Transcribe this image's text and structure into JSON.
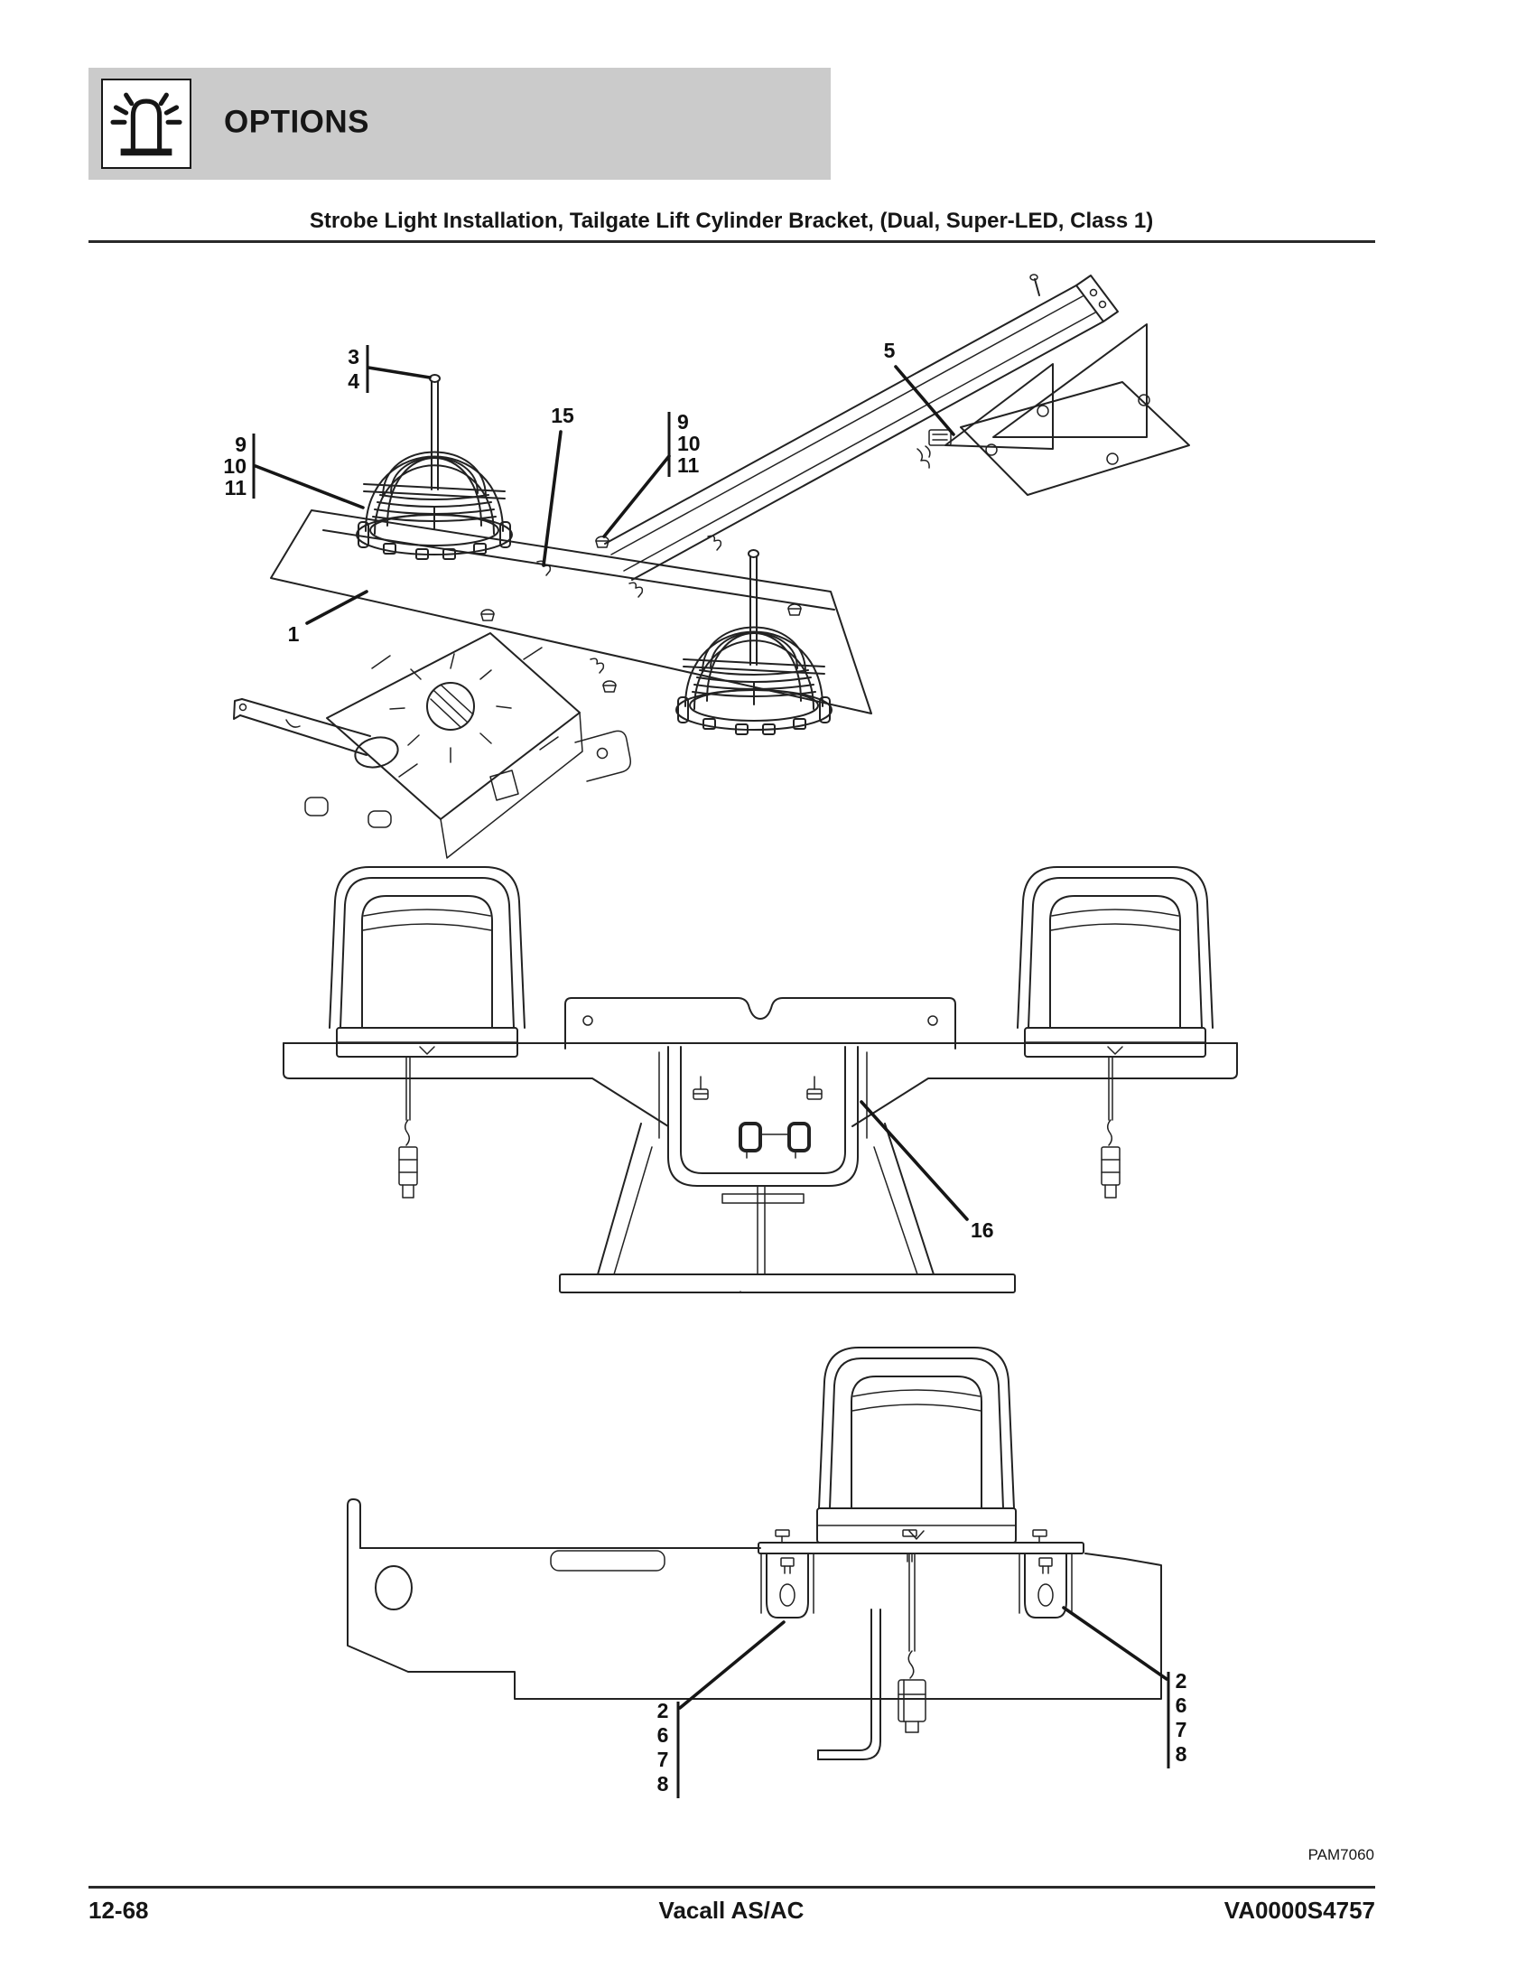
{
  "banner": {
    "label": "OPTIONS",
    "icon": "strobe-beacon-icon",
    "bg_color": "#cbcbcb"
  },
  "title": "Strobe Light Installation, Tailgate Lift Cylinder Bracket, (Dual, Super-LED, Class 1)",
  "figure_ref": "PAM7060",
  "footer": {
    "page_number": "12-68",
    "model": "Vacall AS/AC",
    "document_number": "VA0000S4757"
  },
  "colors": {
    "ink": "#222222",
    "banner_bg": "#cbcbcb"
  },
  "diagrams": [
    {
      "name": "isometric-assembly-view",
      "description": "Strobe light tailgate bracket assembly, isometric view",
      "callouts": [
        {
          "id": "items-3-4",
          "labels": [
            "3",
            "4"
          ]
        },
        {
          "id": "items-9-10-11-left",
          "labels": [
            "9",
            "10",
            "11"
          ]
        },
        {
          "id": "item-15",
          "labels": [
            "15"
          ]
        },
        {
          "id": "items-9-10-11-right",
          "labels": [
            "9",
            "10",
            "11"
          ]
        },
        {
          "id": "item-5",
          "labels": [
            "5"
          ]
        },
        {
          "id": "item-1",
          "labels": [
            "1"
          ]
        }
      ]
    },
    {
      "name": "front-view",
      "description": "Dual strobe lights on bracket, front view",
      "callouts": [
        {
          "id": "item-16",
          "labels": [
            "16"
          ]
        }
      ]
    },
    {
      "name": "side-view",
      "description": "Strobe light on tailgate bracket, side view",
      "callouts": [
        {
          "id": "items-2-6-7-8-left",
          "labels": [
            "2",
            "6",
            "7",
            "8"
          ]
        },
        {
          "id": "items-2-6-7-8-right",
          "labels": [
            "2",
            "6",
            "7",
            "8"
          ]
        }
      ]
    }
  ]
}
